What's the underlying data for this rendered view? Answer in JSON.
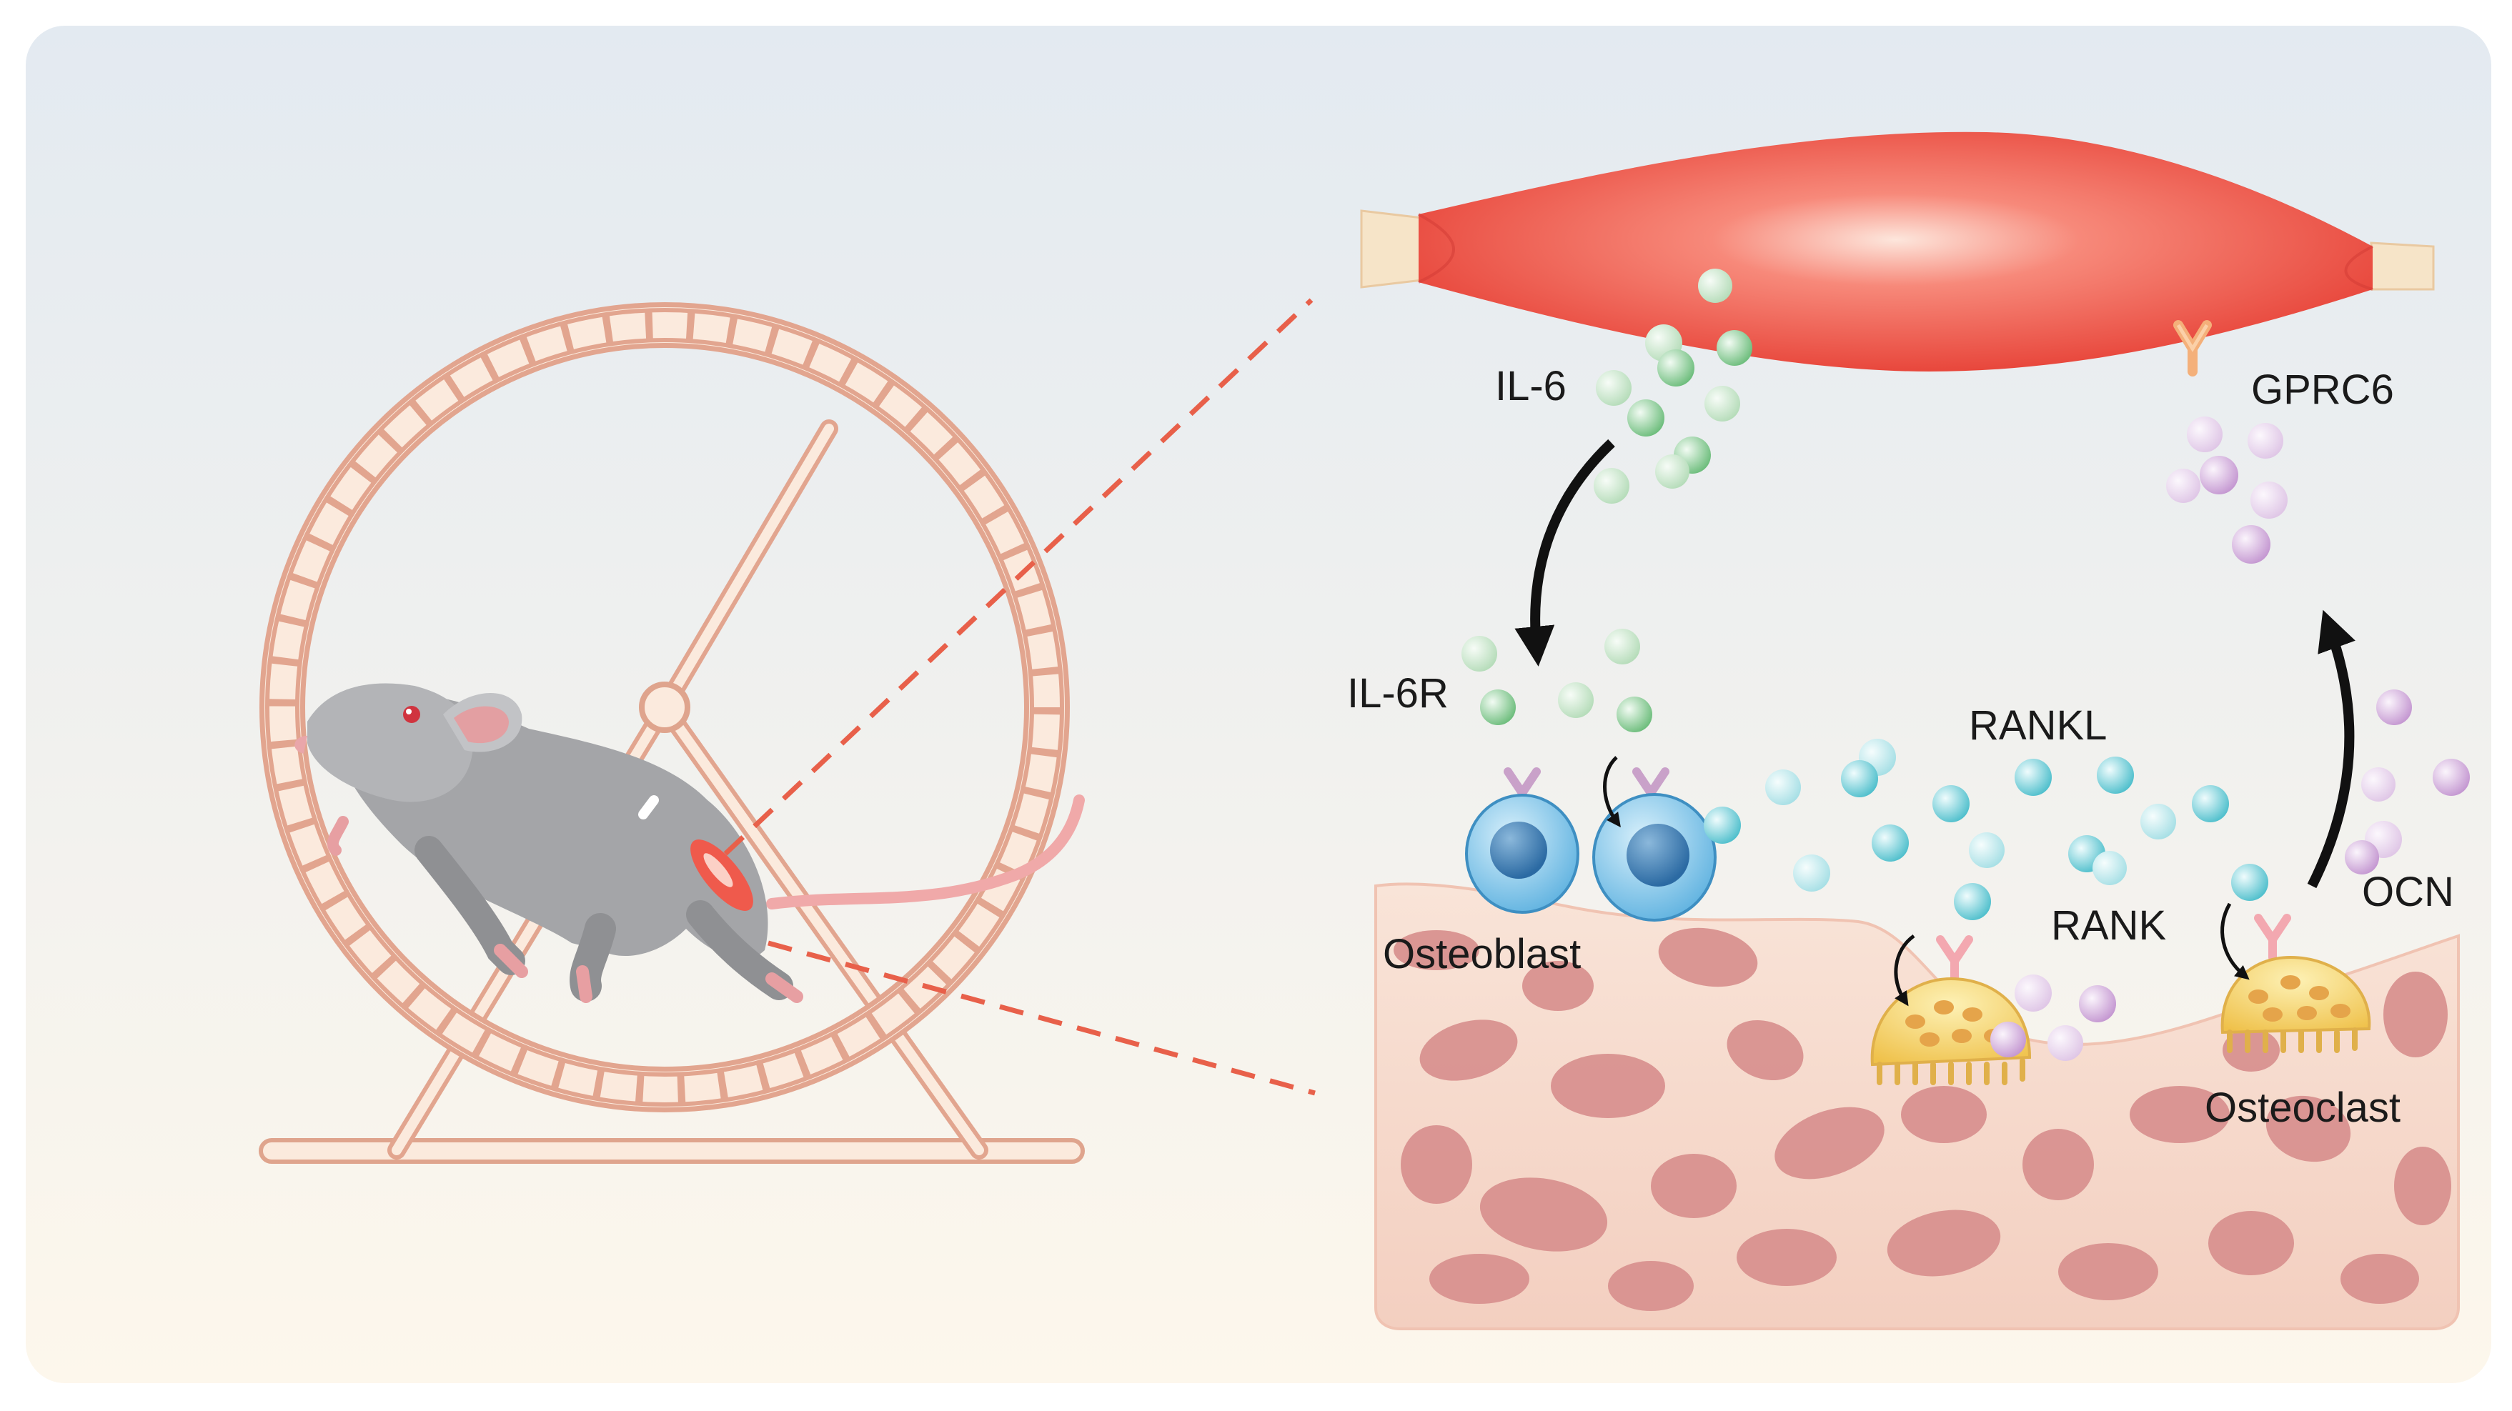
{
  "labels": {
    "il6": "IL-6",
    "il6r": "IL-6R",
    "gprc6": "GPRC6",
    "rankl": "RANKL",
    "rank": "RANK",
    "ocn": "OCN",
    "osteoblast": "Osteoblast",
    "osteoclast": "Osteoclast"
  },
  "colors": {
    "background_top": "#e3eaf1",
    "background_bottom": "#fdf7ec",
    "muscle": "#ef5a4c",
    "tendon": "#f6e4c8",
    "wheel": "#e8b39c",
    "bone": "#f5d8c9",
    "bone_pore": "#d98f8a",
    "il6_particle": "#8fcf9a",
    "rankl_particle": "#7fd3dc",
    "ocn_particle": "#d6b8df",
    "osteoblast": "#7fc0e6",
    "osteoclast": "#f6d56e",
    "dashed_line": "#e8604a",
    "arrow": "#111111"
  },
  "icons": [
    "mouse-icon",
    "running-wheel-icon",
    "muscle-icon",
    "bone-icon",
    "osteoblast-icon",
    "osteoclast-icon",
    "receptor-icon"
  ]
}
